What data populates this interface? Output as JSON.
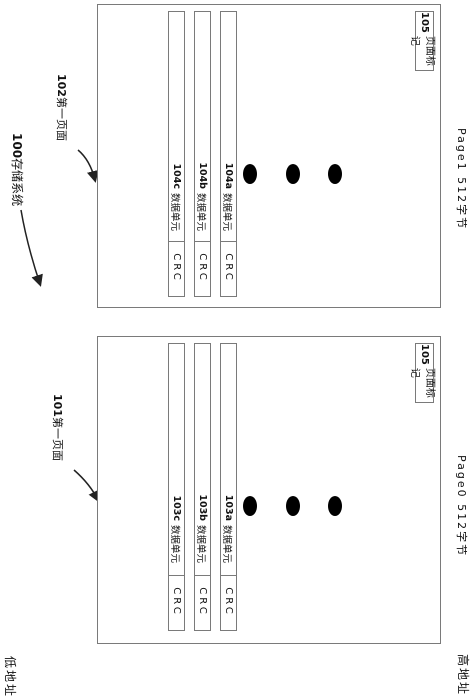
{
  "system": {
    "id": "100",
    "label": "存储系统"
  },
  "addresses": {
    "high": "高地址",
    "low": "低地址"
  },
  "pages": [
    {
      "id": "102",
      "name": "第一页面",
      "caption": "Page1 512字节",
      "units": [
        {
          "id": "104a",
          "label": "数据单元",
          "crc": "CRC"
        },
        {
          "id": "104b",
          "label": "数据单元",
          "crc": "CRC"
        },
        {
          "id": "104c",
          "label": "数据单元",
          "crc": "CRC"
        }
      ],
      "marker": {
        "id": "105",
        "label": "页面标记"
      }
    },
    {
      "id": "101",
      "name": "第一页面",
      "caption": "Page0 512字节",
      "units": [
        {
          "id": "103a",
          "label": "数据单元",
          "crc": "CRC"
        },
        {
          "id": "103b",
          "label": "数据单元",
          "crc": "CRC"
        },
        {
          "id": "103c",
          "label": "数据单元",
          "crc": "CRC"
        }
      ],
      "marker": {
        "id": "105",
        "label": "页面标记"
      }
    }
  ]
}
